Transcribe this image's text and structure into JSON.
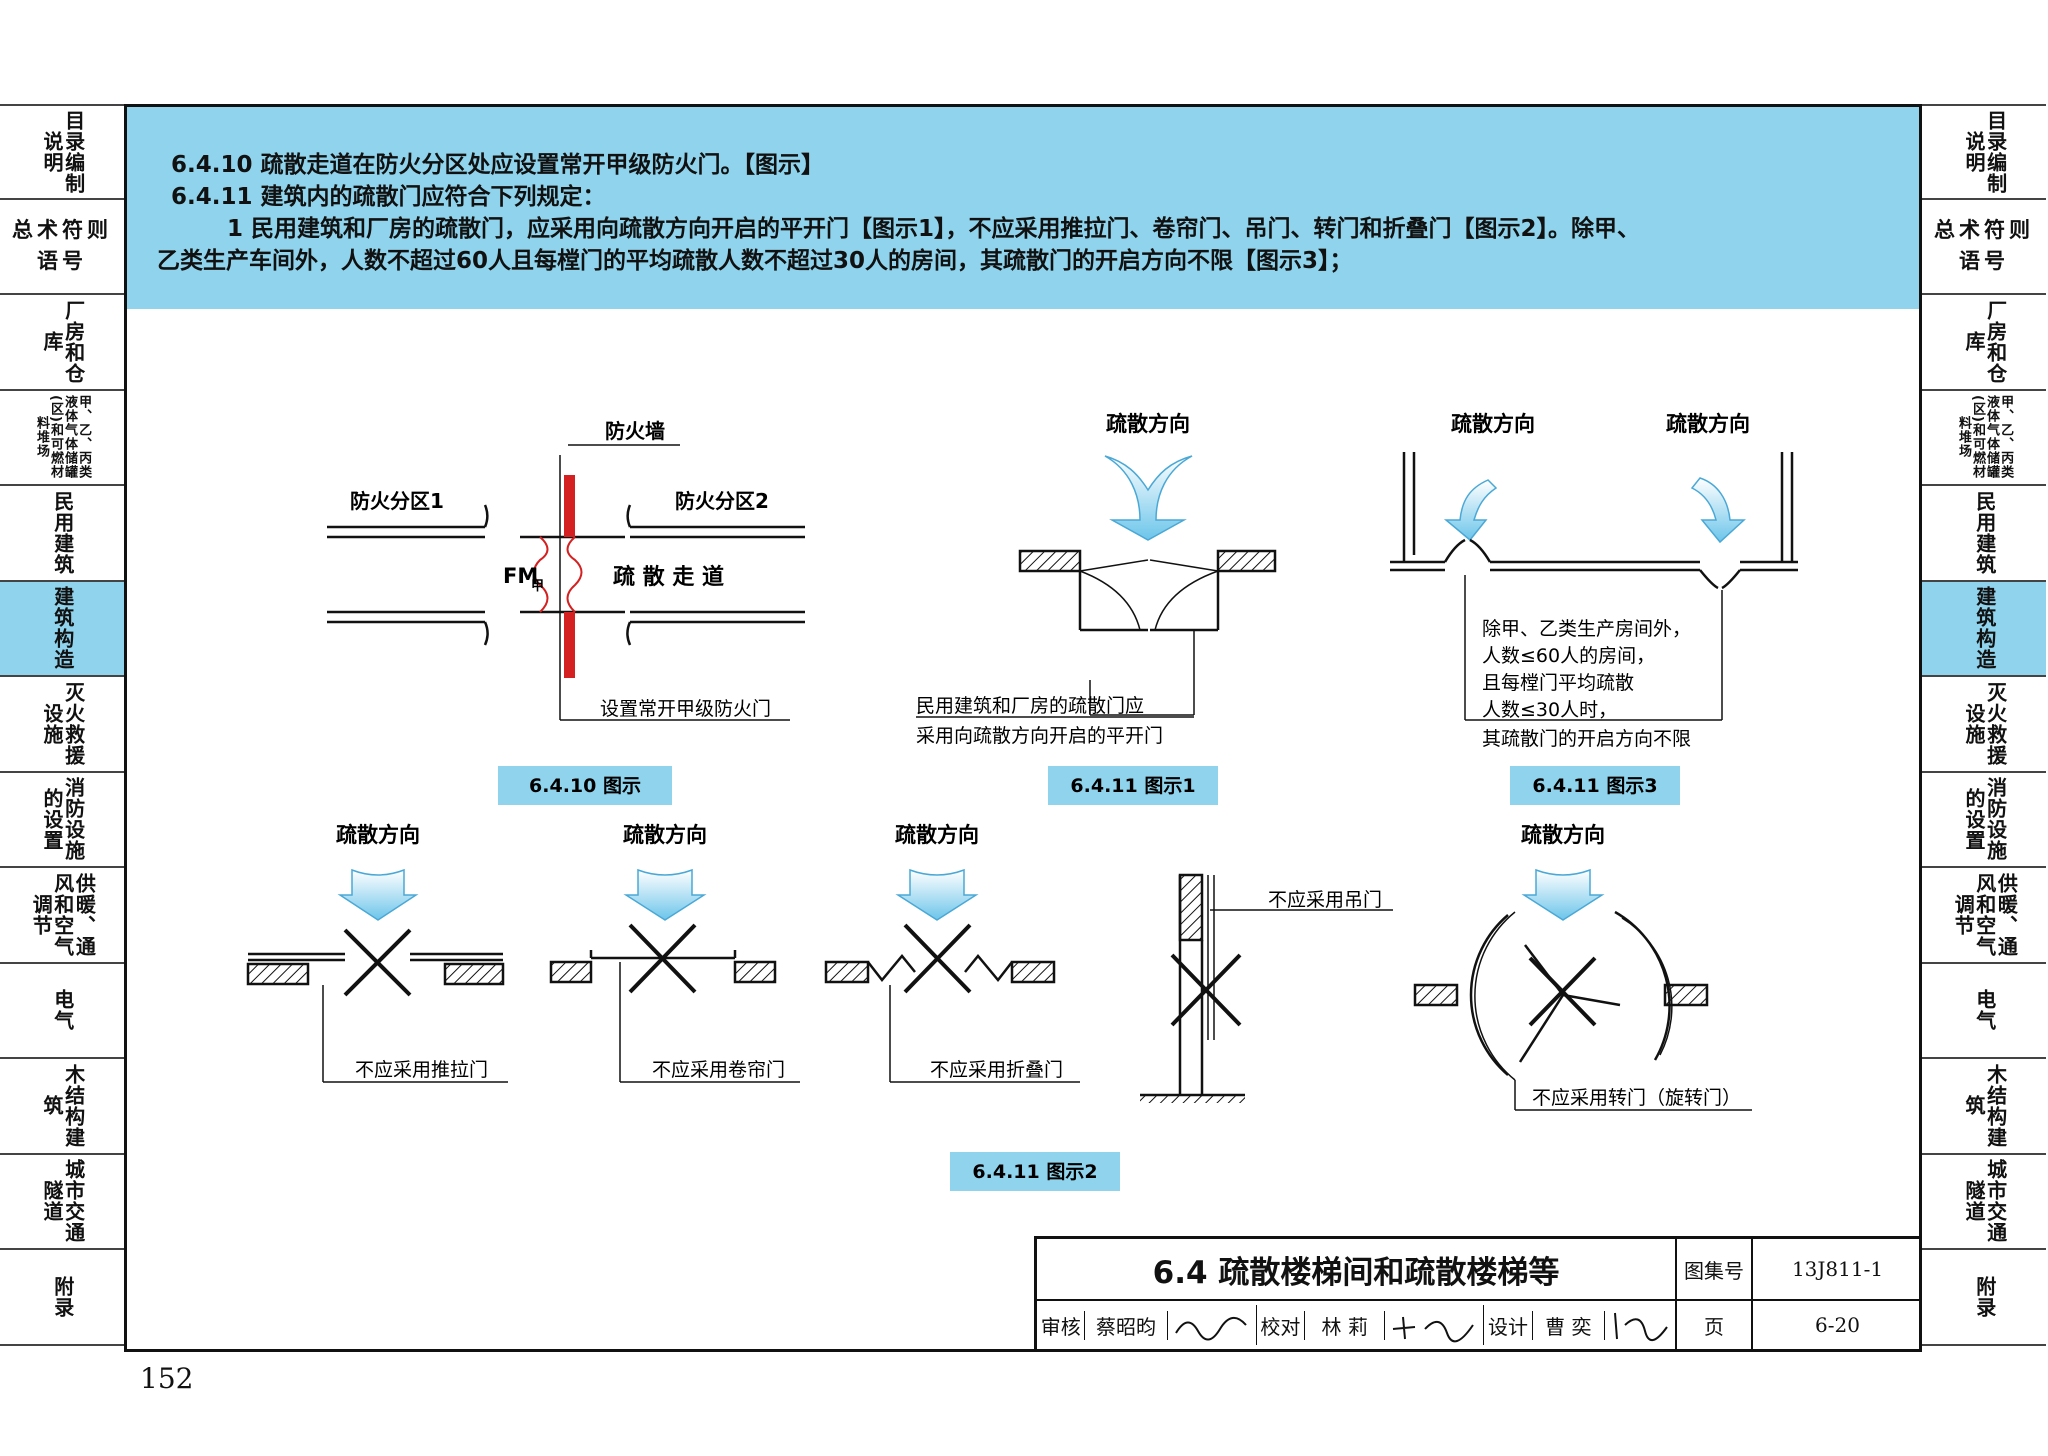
{
  "nav": {
    "items": [
      {
        "label": "目录编制说明",
        "active": false
      },
      {
        "label": "总术符则语号",
        "active": false
      },
      {
        "label": "厂房和仓库",
        "active": false
      },
      {
        "label": "甲、乙、丙类液体气体储罐(区)和可燃材料堆场",
        "active": false
      },
      {
        "label": "民用建筑",
        "active": false
      },
      {
        "label": "建筑构造",
        "active": true
      },
      {
        "label": "灭火救援设施",
        "active": false
      },
      {
        "label": "消防设施的设置",
        "active": false
      },
      {
        "label": "供暖、通风和空气调节",
        "active": false
      },
      {
        "label": "电气",
        "active": false
      },
      {
        "label": "木结构建筑",
        "active": false
      },
      {
        "label": "城市交通隧道",
        "active": false
      },
      {
        "label": "附录",
        "active": false
      }
    ]
  },
  "header": {
    "line1": "6.4.10  疏散走道在防火分区处应设置常开甲级防火门。【图示】",
    "line2": "6.4.11  建筑内的疏散门应符合下列规定：",
    "line3": "1  民用建筑和厂房的疏散门，应采用向疏散方向开启的平开门【图示1】，不应采用推拉门、卷帘门、吊门、转门和折叠门【图示2】。除甲、",
    "line4": "乙类生产车间外，人数不超过60人且每樘门的平均疏散人数不超过30人的房间，其疏散门的开启方向不限【图示3】；"
  },
  "fig1": {
    "caption": "6.4.10 图示",
    "firewall": "防火墙",
    "zone1": "防火分区1",
    "zone2": "防火分区2",
    "door_code": "FM",
    "door_sub": "甲",
    "corridor": "疏 散 走 道",
    "note": "设置常开甲级防火门"
  },
  "fig2": {
    "caption": "6.4.11 图示1",
    "direction": "疏散方向",
    "note_line1": "民用建筑和厂房的疏散门应",
    "note_line2": "采用向疏散方向开启的平开门"
  },
  "fig3": {
    "caption": "6.4.11 图示3",
    "direction_left": "疏散方向",
    "direction_right": "疏散方向",
    "note_lines": [
      "除甲、乙类生产房间外，",
      "人数≤60人的房间，",
      "且每樘门平均疏散",
      "人数≤30人时，",
      "其疏散门的开启方向不限"
    ]
  },
  "fig4": {
    "caption": "6.4.11 图示2",
    "direction": "疏散方向",
    "sliding": "不应采用推拉门",
    "rolling": "不应采用卷帘门",
    "folding": "不应采用折叠门",
    "hanging": "不应采用吊门",
    "revolving": "不应采用转门（旋转门）"
  },
  "title_block": {
    "title": "6.4  疏散楼梯间和疏散楼梯等",
    "atlas_label": "图集号",
    "atlas_no": "13J811-1",
    "review_label": "审核",
    "reviewer": "蔡昭昀",
    "check_label": "校对",
    "checker": "林 莉",
    "design_label": "设计",
    "designer": "曹 奕",
    "page_label": "页",
    "page": "6-20"
  },
  "page_number": "152",
  "colors": {
    "band": "#8fd3ec",
    "arrow": "#6cc5ea",
    "wall": "#d42020",
    "caption": "#8fd3ec"
  }
}
